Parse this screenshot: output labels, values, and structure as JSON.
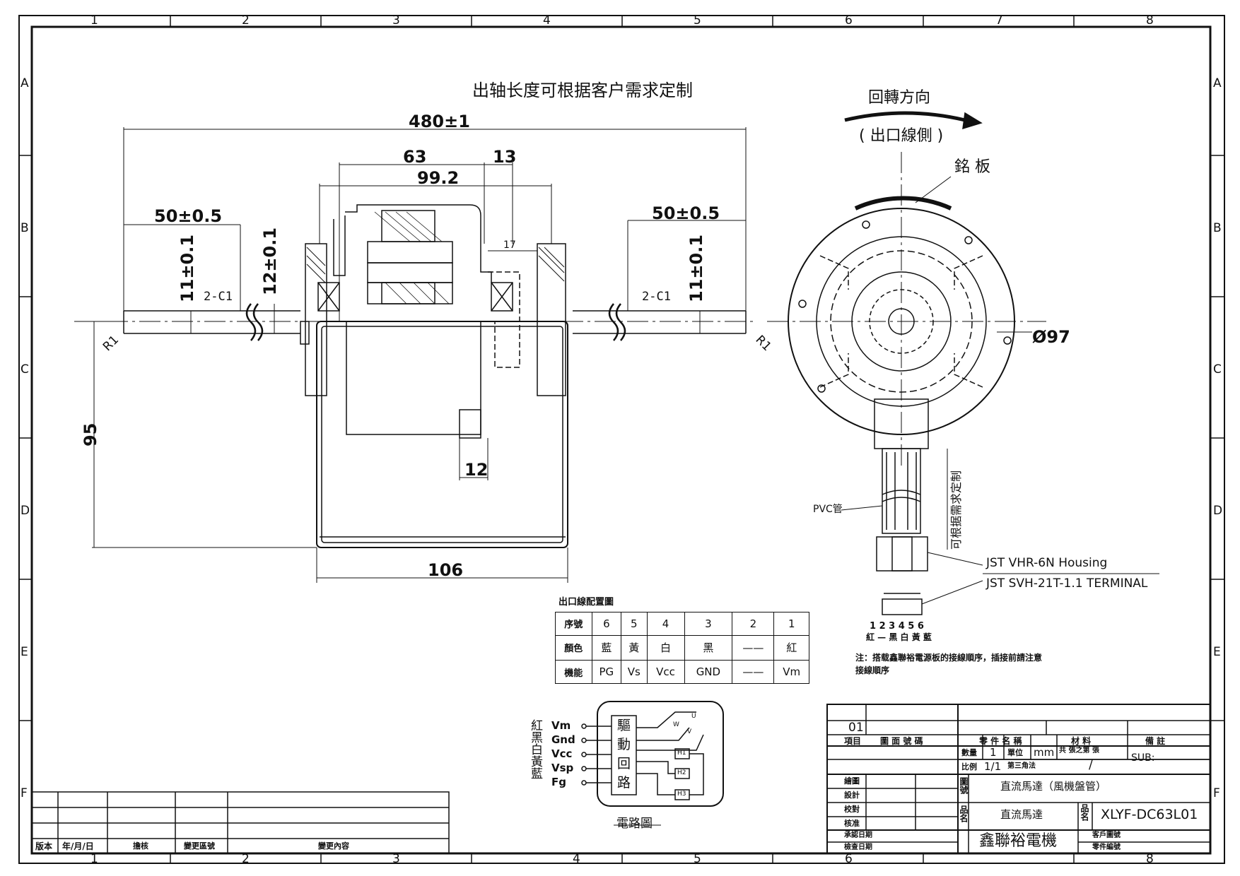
{
  "border": {
    "cols": [
      "1",
      "2",
      "3",
      "4",
      "5",
      "6",
      "7",
      "8"
    ],
    "rows": [
      "A",
      "B",
      "C",
      "D",
      "E",
      "F"
    ]
  },
  "title_note": "出轴长度可根据客户需求定制",
  "side_view": {
    "dims": {
      "overall": "480±1",
      "left_len": "50±0.5",
      "right_len": "50±0.5",
      "d63": "63",
      "d13": "13",
      "d99": "99.2",
      "d17": "17",
      "left_dia": "11±0.1",
      "mid_dia": "12±0.1",
      "right_dia": "11±0.1",
      "height": "95",
      "width": "106",
      "d12": "12",
      "chamfer_left": "2-C1",
      "chamfer_right": "2-C1",
      "r_left": "R1",
      "r_right": "R1"
    }
  },
  "front_view": {
    "rotation_title": "回轉方向",
    "rotation_sub": "( 出口線側 )",
    "nameplate": "銘 板",
    "diameter": "Ø97",
    "pvc": "PVC管",
    "custom_len": "可根据需求定制",
    "housing": "JST VHR-6N Housing",
    "terminal": "JST SVH-21T-1.1 TERMINAL",
    "pin_numbers": "1 2 3 4 5 6",
    "pin_colors": "紅 — 黑 白 黃 藍",
    "note_line1": "注：搭载鑫聯裕電源板的接線順序，插接前請注意",
    "note_line2": "接線順序"
  },
  "wire_table": {
    "title": "出口線配置圖",
    "rows": [
      [
        "序號",
        "6",
        "5",
        "4",
        "3",
        "2",
        "1"
      ],
      [
        "顏色",
        "藍",
        "黃",
        "白",
        "黑",
        "——",
        "紅"
      ],
      [
        "機能",
        "PG",
        "Vs",
        "Vcc",
        "GND",
        "——",
        "Vm"
      ]
    ]
  },
  "circuit": {
    "colors_label": "紅黑白黃藍",
    "signals": [
      "Vm",
      "Gnd",
      "Vcc",
      "Vsp",
      "Fg"
    ],
    "driver": [
      "驅",
      "動",
      "回",
      "路"
    ],
    "coil_u": "U",
    "coil_w": "W",
    "coil_v": "V",
    "halls": [
      "H1",
      "H2",
      "H3"
    ],
    "caption": "電路圖"
  },
  "revision_block": {
    "headers": [
      "版本",
      "年/月/日",
      "擔核",
      "變更區號",
      "變更內容"
    ]
  },
  "title_block": {
    "sheet_no": "01",
    "header_row": [
      "項目",
      "圖 面 號 碼",
      "零 件 名 稱",
      "材 料",
      "備 註"
    ],
    "qty_label": "數量",
    "qty": "1",
    "unit_label": "單位",
    "unit": "mm",
    "total_label": "共 張之第 張",
    "scale_label": "比例",
    "scale": "1/1",
    "projection": "第三角法",
    "slash": "/",
    "sub": "SUB:",
    "roles": [
      "繪圖",
      "設計",
      "校對",
      "核准",
      "承認日期",
      "檢查日期"
    ],
    "drawing_label": "圖號",
    "name_label": "品名",
    "part_name": "直流馬達（風機盤管）",
    "product": "直流馬達",
    "model_label": "品名",
    "model": "XLYF-DC63L01",
    "company": "鑫聯裕電機",
    "customer_label": "客戶圖號",
    "part_no_label": "零件編號"
  }
}
